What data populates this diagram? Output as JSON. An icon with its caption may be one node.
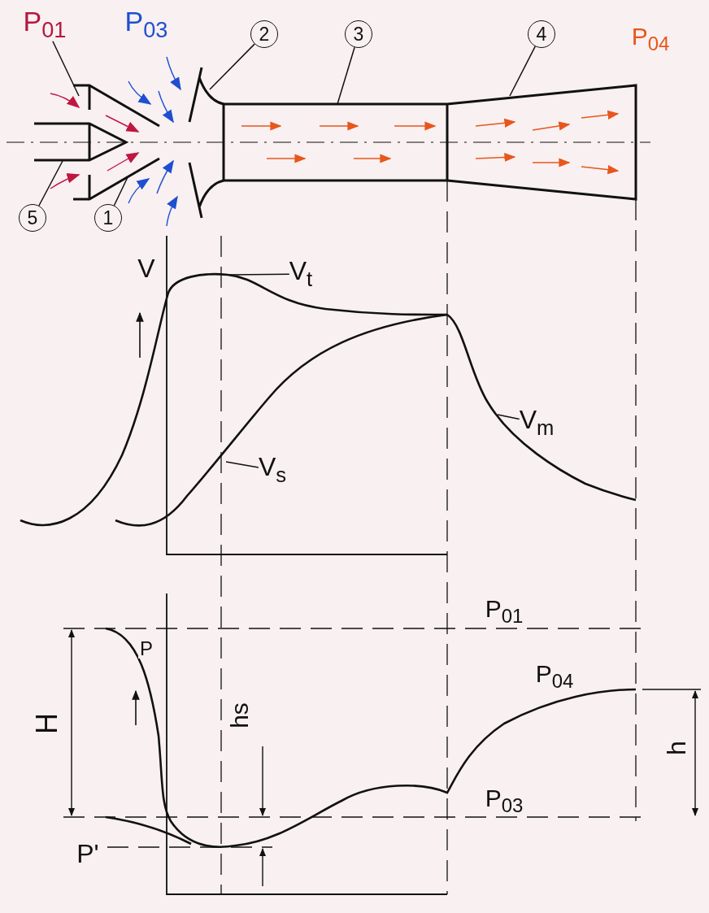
{
  "diagram": {
    "nodes": [
      {
        "text": [
          "P$_{01}$"
        ]
      },
      {
        "text": [
          "2"
        ]
      },
      {
        "text": [
          "3"
        ]
      },
      {
        "text": [
          "4"
        ]
      },
      {
        "text": [
          "5"
        ]
      },
      {
        "text": [
          "1"
        ]
      },
      {
        "text": [
          "V$_{t}$"
        ]
      },
      {
        "text": [
          "V$_{m}$"
        ]
      },
      {
        "text": [
          "V$_{s}$"
        ]
      }
    ],
    "edges": [
      {
        "from": 0,
        "to": null,
        "arrow": "none"
      },
      {
        "from": 1,
        "to": null,
        "arrow": "none"
      },
      {
        "from": 2,
        "to": null,
        "arrow": "none"
      },
      {
        "from": 3,
        "to": null,
        "arrow": "none"
      },
      {
        "from": 4,
        "to": null,
        "arrow": "none"
      },
      {
        "from": 5,
        "to": null,
        "arrow": "none"
      },
      {
        "from": 6,
        "to": null,
        "arrow": "none"
      },
      {
        "from": 7,
        "to": null,
        "arrow": "none"
      },
      {
        "from": 8,
        "to": null,
        "arrow": "none"
      }
    ],
    "labels": [
      "P$_{03}$",
      "P$_{04}$",
      "V",
      "P$_{01}$",
      "P",
      "P$_{04}$",
      "H",
      "hs",
      "h",
      "P$_{03}$",
      "P'"
    ]
  }
}
